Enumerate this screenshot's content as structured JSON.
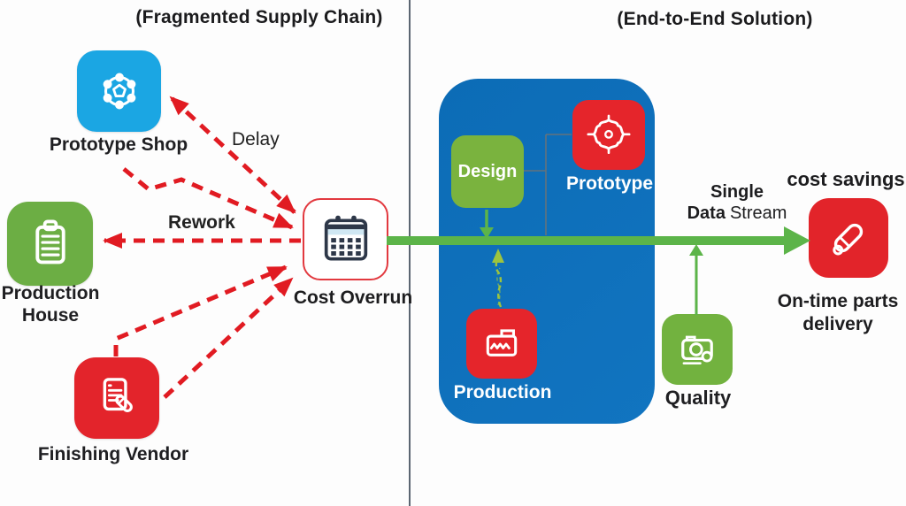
{
  "left_panel": {
    "title": "(Fragmented Supply Chain)",
    "nodes": {
      "prototype_shop": {
        "label": "Prototype Shop",
        "color": "#1ba6e3",
        "icon": "network-cluster-icon"
      },
      "production_house": {
        "label_line1": "Production",
        "label_line2": "House",
        "color": "#6cae44",
        "icon": "clipboard-icon"
      },
      "finishing_vendor": {
        "label": "Finishing Vendor",
        "color": "#e3242b",
        "icon": "document-pen-icon"
      },
      "cost_overrun": {
        "label_part1": "Cost",
        "label_part2": "Overrun",
        "icon": "calendar-icon"
      }
    },
    "edge_labels": {
      "delay": "Delay",
      "rework": "Rework"
    }
  },
  "right_panel": {
    "title": "(End-to-End Solution)",
    "nodes": {
      "design": {
        "label": "Design",
        "color": "#7ab33e"
      },
      "prototype": {
        "label": "Prototype",
        "color": "#e5252b",
        "icon": "calibration-star-icon"
      },
      "production": {
        "label": "Production",
        "color": "#e5252b",
        "icon": "folder-wave-icon"
      },
      "quality": {
        "label": "Quality",
        "color": "#72b23f",
        "icon": "camera-inspect-icon"
      }
    },
    "stream": {
      "line1": "Single",
      "line2_bold": "Data",
      "line2_regular": "Stream"
    },
    "outcome": {
      "headline": "cost savings",
      "line1": "On-time parts",
      "line2": "delivery",
      "icon": "eraser-tool-icon",
      "color": "#e2242a"
    }
  },
  "colors": {
    "bright_blue": "#1ba6e3",
    "container_blue": "#0d6eb9",
    "green": "#6fae43",
    "red": "#e3242b",
    "flow_arrow_green": "#5cb449",
    "sketch_arrow_green": "#9dc43e",
    "dashed_arrow_red": "#e11b22",
    "divider_gray": "#5c6672",
    "calendar_ink": "#2d3748"
  }
}
